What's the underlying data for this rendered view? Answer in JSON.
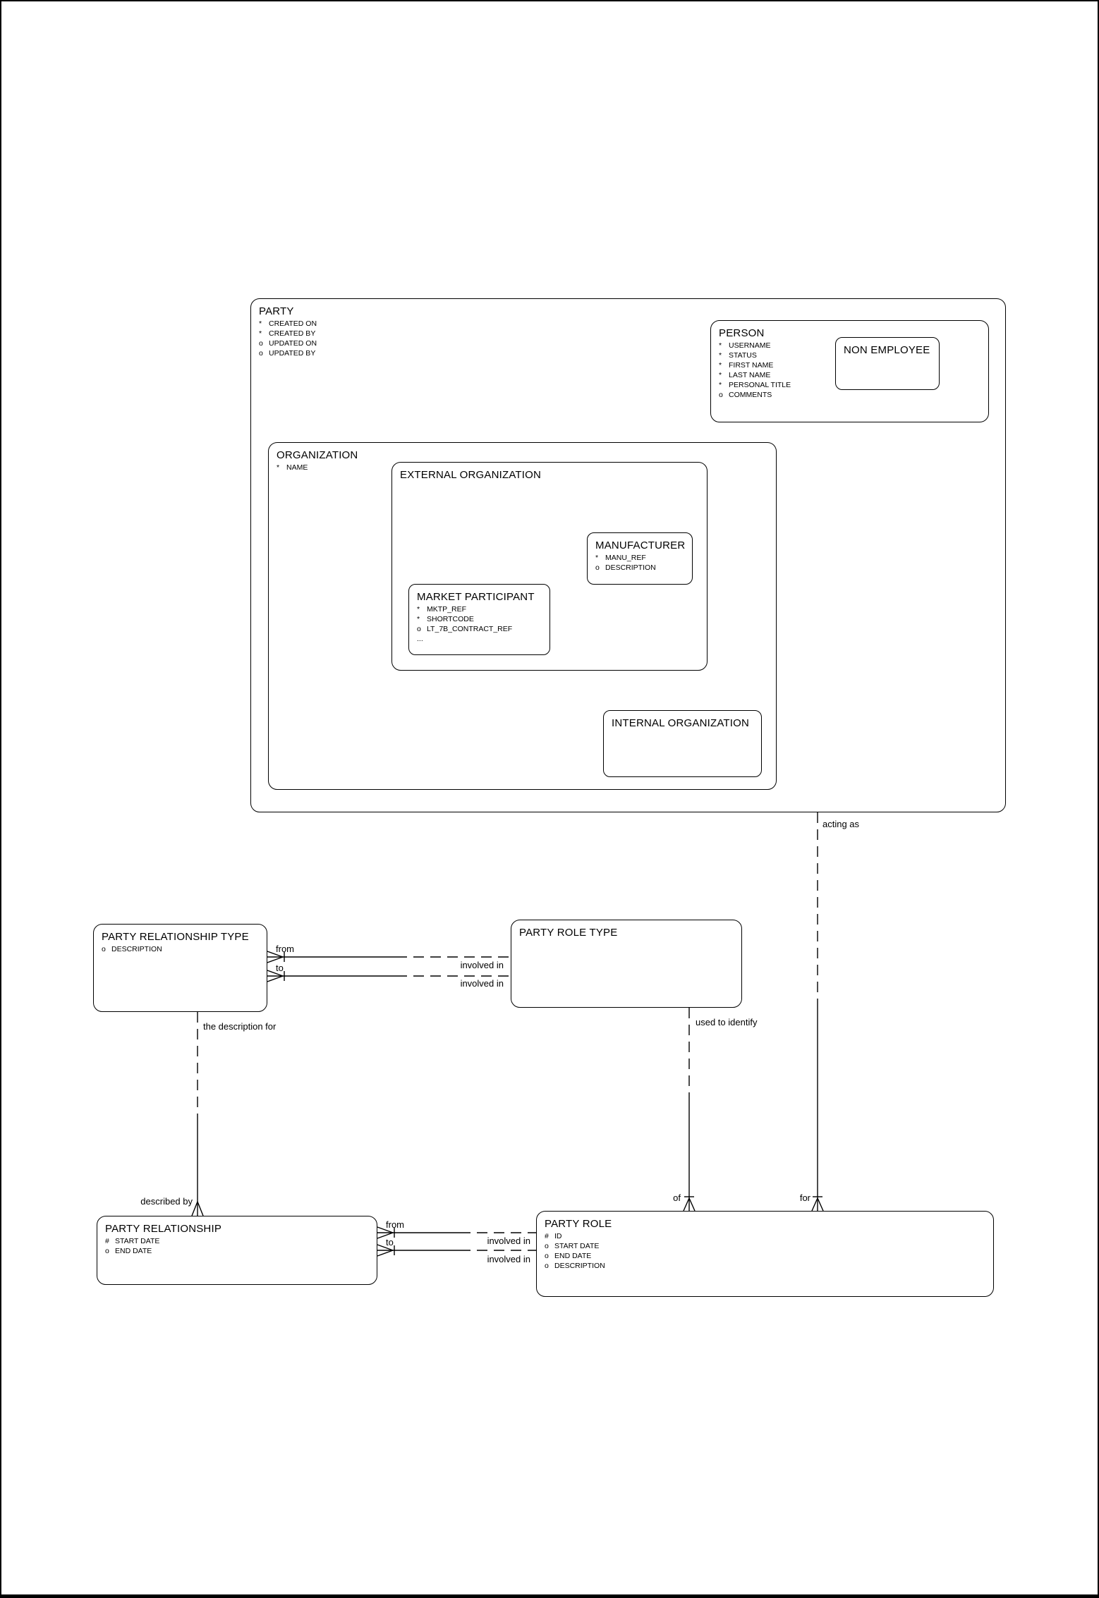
{
  "entities": {
    "party": {
      "title": "PARTY",
      "attributes": [
        {
          "marker": "*",
          "name": "CREATED ON"
        },
        {
          "marker": "*",
          "name": "CREATED BY"
        },
        {
          "marker": "o",
          "name": "UPDATED ON"
        },
        {
          "marker": "o",
          "name": "UPDATED BY"
        }
      ]
    },
    "person": {
      "title": "PERSON",
      "attributes": [
        {
          "marker": "*",
          "name": "USERNAME"
        },
        {
          "marker": "*",
          "name": "STATUS"
        },
        {
          "marker": "*",
          "name": "FIRST NAME"
        },
        {
          "marker": "*",
          "name": "LAST NAME"
        },
        {
          "marker": "*",
          "name": "PERSONAL TITLE"
        },
        {
          "marker": "o",
          "name": "COMMENTS"
        }
      ]
    },
    "non_employee": {
      "title": "NON EMPLOYEE",
      "attributes": []
    },
    "organization": {
      "title": "ORGANIZATION",
      "attributes": [
        {
          "marker": "*",
          "name": "NAME"
        }
      ]
    },
    "external_organization": {
      "title": "EXTERNAL ORGANIZATION",
      "attributes": []
    },
    "manufacturer": {
      "title": "MANUFACTURER",
      "attributes": [
        {
          "marker": "*",
          "name": "MANU_REF"
        },
        {
          "marker": "o",
          "name": "DESCRIPTION"
        }
      ]
    },
    "market_participant": {
      "title": "MARKET PARTICIPANT",
      "attributes": [
        {
          "marker": "*",
          "name": "MKTP_REF"
        },
        {
          "marker": "*",
          "name": "SHORTCODE"
        },
        {
          "marker": "o",
          "name": "LT_7B_CONTRACT_REF"
        },
        {
          "marker": "...",
          "name": ""
        }
      ]
    },
    "internal_organization": {
      "title": "INTERNAL ORGANIZATION",
      "attributes": []
    },
    "party_relationship_type": {
      "title": "PARTY RELATIONSHIP TYPE",
      "attributes": [
        {
          "marker": "o",
          "name": "DESCRIPTION"
        }
      ]
    },
    "party_role_type": {
      "title": "PARTY ROLE TYPE",
      "attributes": []
    },
    "party_relationship": {
      "title": "PARTY RELATIONSHIP",
      "attributes": [
        {
          "marker": "#",
          "name": "START DATE"
        },
        {
          "marker": "o",
          "name": "END DATE"
        }
      ]
    },
    "party_role": {
      "title": "PARTY ROLE",
      "attributes": [
        {
          "marker": "#",
          "name": "ID"
        },
        {
          "marker": "o",
          "name": "START DATE"
        },
        {
          "marker": "o",
          "name": "END DATE"
        },
        {
          "marker": "o",
          "name": "DESCRIPTION"
        }
      ]
    }
  },
  "relationships": {
    "rel_type_role_type_from": {
      "label_a": "from",
      "label_b": "involved in"
    },
    "rel_type_role_type_to": {
      "label_a": "to",
      "label_b": "involved in"
    },
    "relationship_role_from": {
      "label_a": "from",
      "label_b": "involved in"
    },
    "relationship_role_to": {
      "label_a": "to",
      "label_b": "involved in"
    },
    "party_acting_as_party_role": {
      "label_a": "acting as",
      "label_b": "for"
    },
    "role_type_identifies_party_role": {
      "label_a": "used to identify",
      "label_b": "of"
    },
    "rel_type_describes_relationship": {
      "label_a": "the description for",
      "label_b": "described by"
    }
  }
}
